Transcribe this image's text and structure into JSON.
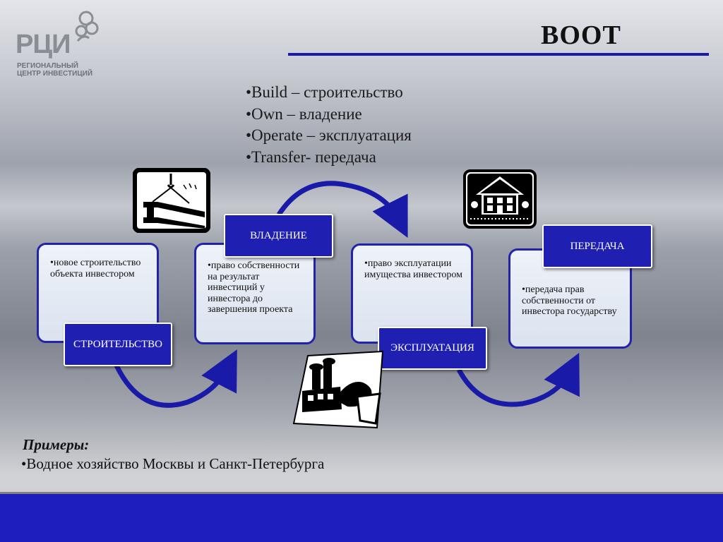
{
  "logo": {
    "mark": "РЦИ",
    "line1": "РЕГИОНАЛЬНЫЙ",
    "line2": "ЦЕНТР ИНВЕСТИЦИЙ"
  },
  "title": "BOOT",
  "bullets": [
    "•Build – строительство",
    "•Own – владение",
    "•Operate – эксплуатация",
    "•Transfer- передача"
  ],
  "stages": [
    {
      "label": "СТРОИТЕЛЬСТВО",
      "text": "•новое строительство объекта инвестором"
    },
    {
      "label": "ВЛАДЕНИЕ",
      "text": "•право собственности на результат инвестиций у инвестора до завершения проекта"
    },
    {
      "label": "ЭКСПЛУАТАЦИЯ",
      "text": "•право эксплуатации имущества инвестором"
    },
    {
      "label": "ПЕРЕДАЧА",
      "text": "•передача прав собственности от инвестора государству"
    }
  ],
  "icons": [
    "construction-beam-icon",
    "house-icon",
    "factory-handshake-icon"
  ],
  "examples": {
    "title": "Примеры:",
    "item": "•Водное хозяйство Москвы и Санкт-Петербурга"
  },
  "colors": {
    "accent": "#1f1fb2",
    "card_border": "#2222aa",
    "footer": "#1e1ebf"
  }
}
